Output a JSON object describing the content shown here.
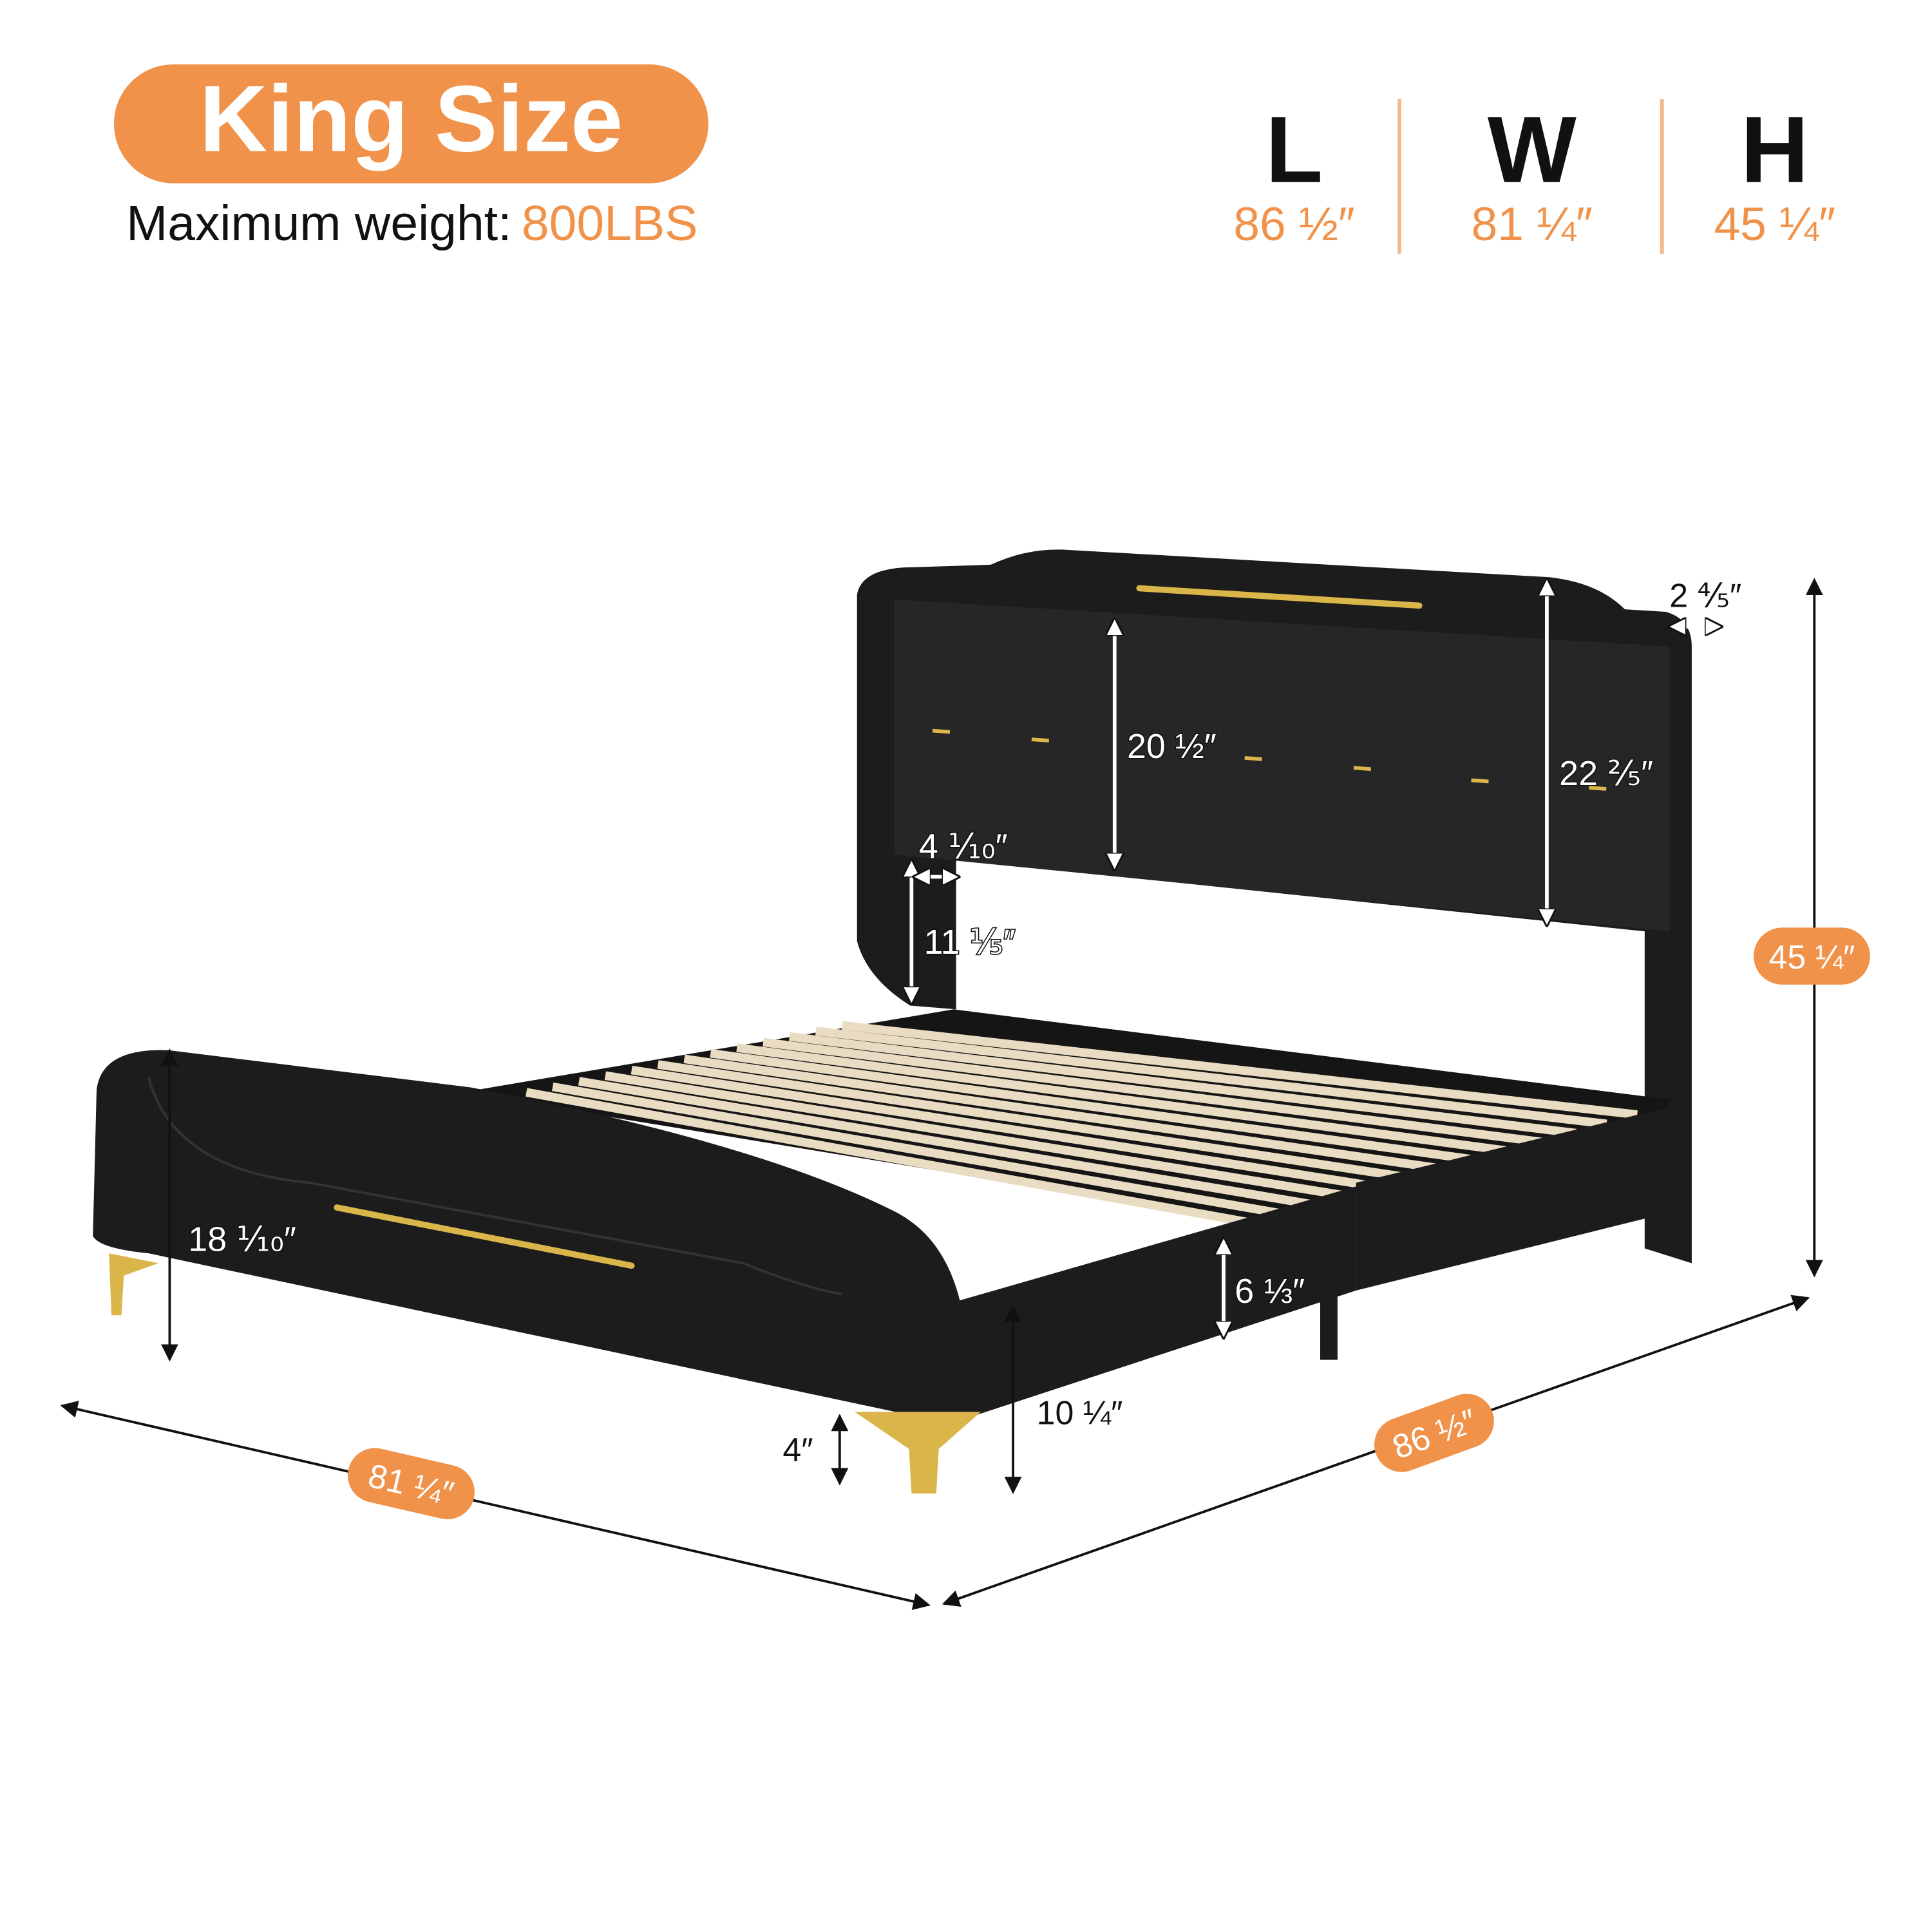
{
  "header": {
    "title": "King Size",
    "weight_label": "Maximum weight:",
    "weight_value": "800LBS"
  },
  "overall_dimensions": [
    {
      "letter": "L",
      "value": "86 ½″"
    },
    {
      "letter": "W",
      "value": "81 ¼″"
    },
    {
      "letter": "H",
      "value": "45 ¼″"
    }
  ],
  "dimension_labels": {
    "width": "81 ¼″",
    "length": "86 ½″",
    "height": "45 ¼″",
    "leg_height": "4″",
    "clearance": "10 ¼″",
    "footboard_height": "18 ⅒″",
    "side_rail_height": "6 ⅓″",
    "headboard_panel": "20 ½″",
    "headboard_upper": "22 ⅖″",
    "post_gap_height": "11 ⅕″",
    "post_width": "4 ⅒″",
    "headboard_thickness": "2 ⅘″"
  },
  "colors": {
    "accent": "#f0924a",
    "bed": "#1c1c1c",
    "gold": "#d9b54a",
    "slat": "#e9dcc3"
  }
}
